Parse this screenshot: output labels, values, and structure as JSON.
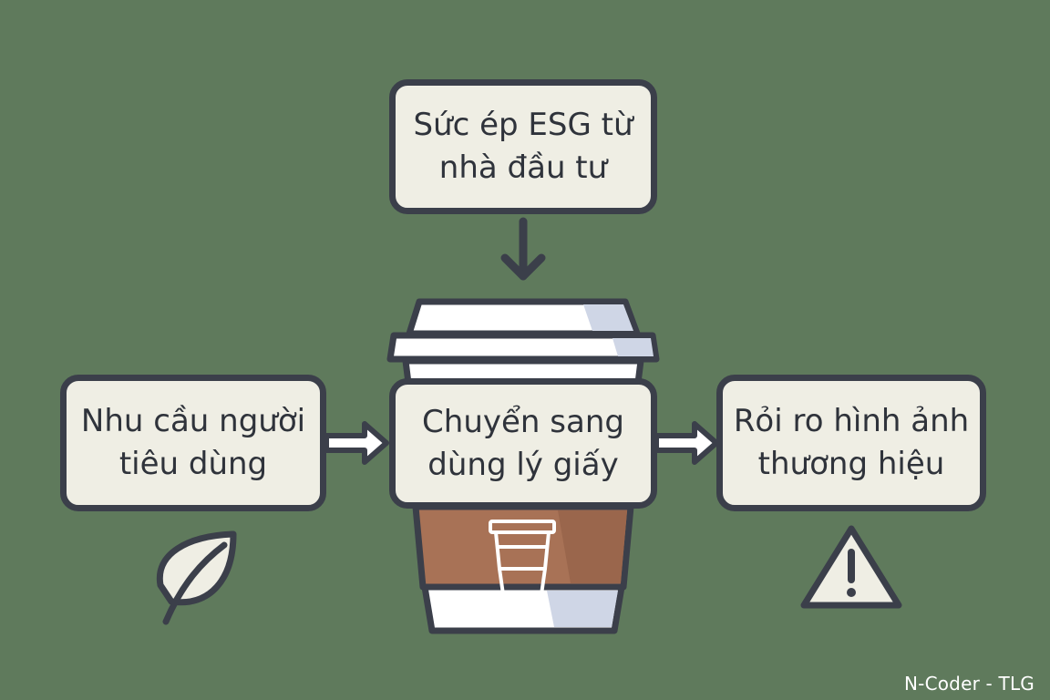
{
  "diagram": {
    "top_box": {
      "line1": "Sức ép ESG từ",
      "line2": "nhà đầu tư"
    },
    "left_box": {
      "line1": "Nhu cầu người",
      "line2": "tiêu dùng"
    },
    "center_box": {
      "line1": "Chuyển sang",
      "line2": "dùng lý giấy"
    },
    "right_box": {
      "line1": "Rỏi ro hình ảnh",
      "line2": "thương hiệu"
    }
  },
  "icons": {
    "left": "leaf-icon",
    "center": "paper-cup-icon",
    "right": "warning-icon"
  },
  "colors": {
    "background": "#5f7a5c",
    "box_fill": "#efeee4",
    "outline": "#3b3f4a",
    "cup_sleeve": "#a87256",
    "arrow_fill": "#ffffff"
  },
  "credit": "N-Coder - TLG"
}
